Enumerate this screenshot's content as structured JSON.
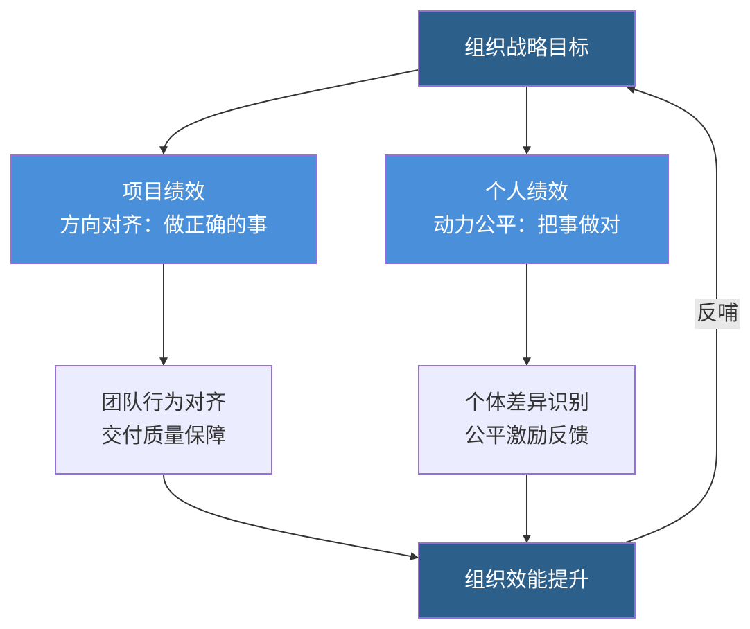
{
  "nodes": {
    "org_goal": {
      "text": "组织战略目标"
    },
    "project_perf": {
      "line1": "项目绩效",
      "line2": "方向对齐：做正确的事"
    },
    "personal_perf": {
      "line1": "个人绩效",
      "line2": "动力公平：把事做对"
    },
    "team_align": {
      "line1": "团队行为对齐",
      "line2": "交付质量保障"
    },
    "individual_diff": {
      "line1": "个体差异识别",
      "line2": "公平激励反馈"
    },
    "org_efficiency": {
      "text": "组织效能提升"
    }
  },
  "edge_labels": {
    "feedback": "反哺"
  },
  "colors": {
    "dark_node": "#2d5f8b",
    "mid_node": "#4a8fd9",
    "light_node": "#ececff",
    "border": "#9370db",
    "edge": "#333333",
    "label_bg": "#e8e8e8"
  }
}
